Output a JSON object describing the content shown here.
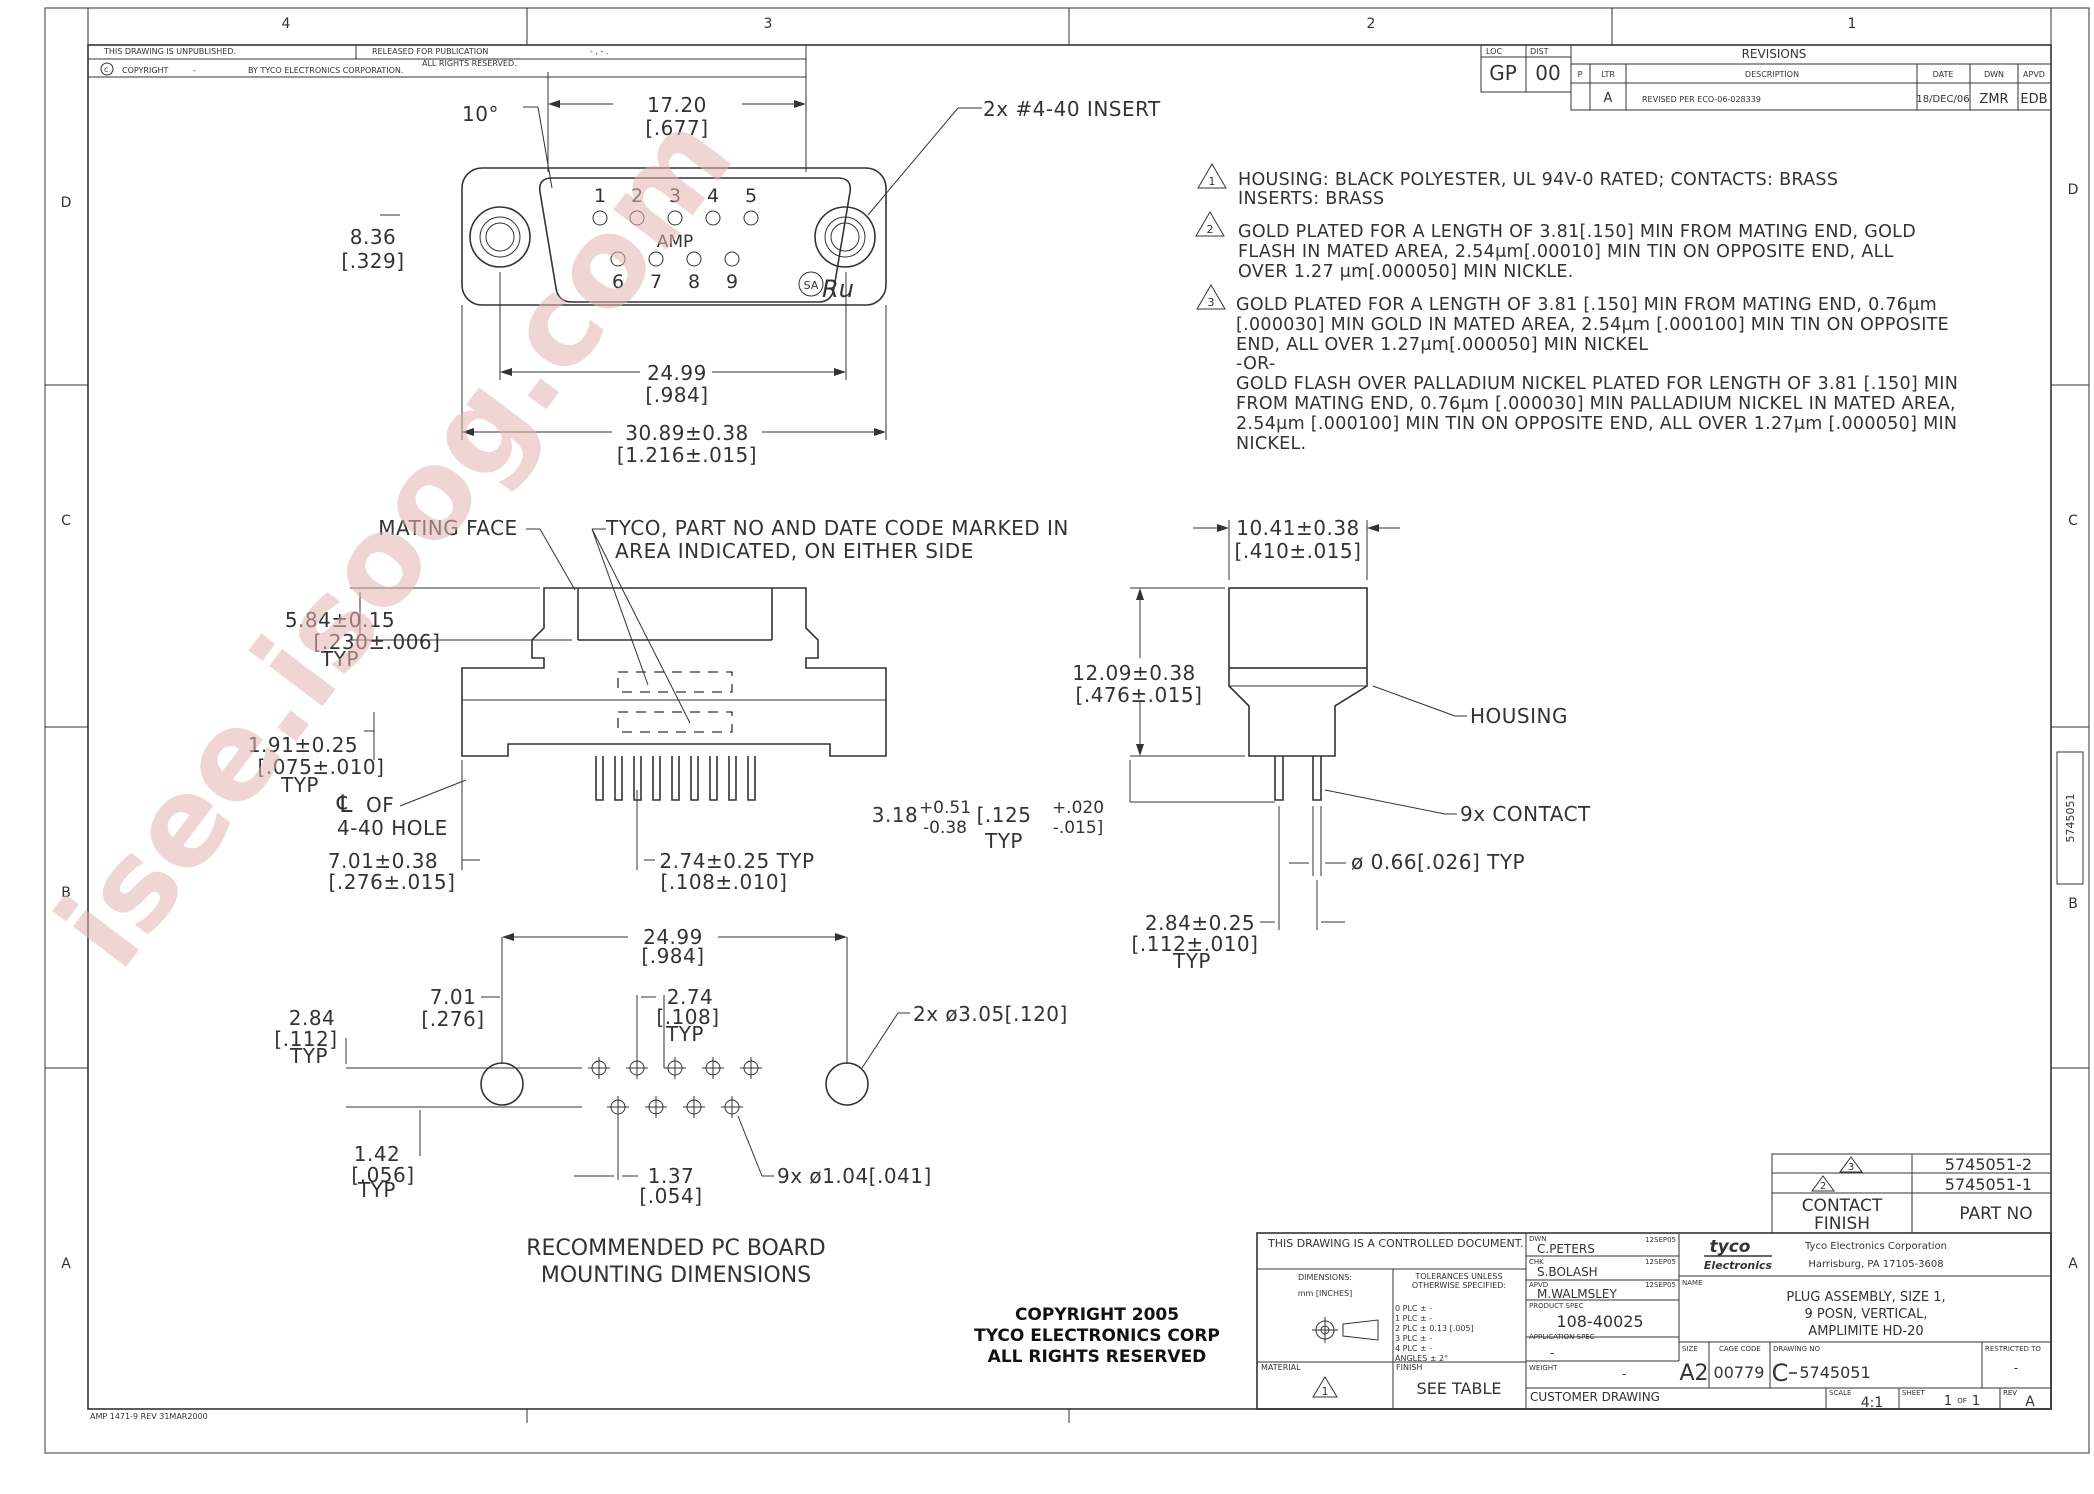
{
  "border": {
    "columns": [
      "4",
      "3",
      "2",
      "1"
    ],
    "rows": [
      "D",
      "C",
      "B",
      "A"
    ]
  },
  "header": {
    "unpublished": "THIS DRAWING IS UNPUBLISHED.",
    "released": "RELEASED FOR PUBLICATION",
    "released_value": "- , -   .",
    "copyright": "COPYRIGHT",
    "copyright_dash": "-",
    "by_tyco": "BY TYCO ELECTRONICS CORPORATION.",
    "rights": "ALL RIGHTS RESERVED."
  },
  "loc_dist": {
    "loc_label": "LOC",
    "loc_value": "GP",
    "dist_label": "DIST",
    "dist_value": "00"
  },
  "revisions": {
    "title": "REVISIONS",
    "col_p": "P",
    "col_ltr": "LTR",
    "col_desc": "DESCRIPTION",
    "col_date": "DATE",
    "col_dwn": "DWN",
    "col_apvd": "APVD",
    "row": {
      "ltr": "A",
      "desc": "REVISED PER ECO-06-028339",
      "date": "18/DEC/06",
      "dwn": "ZMR",
      "apvd": "EDB"
    }
  },
  "notes": [
    {
      "num": "1",
      "lines": [
        "HOUSING: BLACK POLYESTER, UL 94V-0 RATED; CONTACTS: BRASS",
        "INSERTS: BRASS"
      ]
    },
    {
      "num": "2",
      "lines": [
        "GOLD PLATED FOR A LENGTH OF 3.81[.150] MIN FROM MATING END, GOLD",
        "FLASH IN MATED AREA, 2.54μm[.00010] MIN TIN ON OPPOSITE END, ALL",
        "OVER 1.27 μm[.000050] MIN NICKLE."
      ]
    },
    {
      "num": "3",
      "lines": [
        "GOLD PLATED FOR A LENGTH OF 3.81 [.150] MIN FROM MATING END, 0.76μm",
        "[.000030] MIN GOLD IN MATED AREA, 2.54μm [.000100] MIN TIN ON OPPOSITE",
        "END, ALL OVER 1.27μm[.000050] MIN NICKEL",
        "-OR-",
        "GOLD FLASH OVER PALLADIUM NICKEL PLATED FOR LENGTH OF 3.81 [.150] MIN",
        "FROM MATING END, 0.76μm [.000030] MIN PALLADIUM NICKEL IN MATED AREA,",
        "2.54μm [.000100] MIN TIN ON OPPOSITE END, ALL OVER 1.27μm [.000050] MIN",
        "NICKEL."
      ]
    }
  ],
  "top_view": {
    "angle": "10°",
    "dim_width_mm": "17.20",
    "dim_width_in": "[.677]",
    "insert_callout": "2x  #4-40 INSERT",
    "dim_height_mm": "8.36",
    "dim_height_in": "[.329]",
    "pins_top": [
      "1",
      "2",
      "3",
      "4",
      "5"
    ],
    "pins_bottom": [
      "6",
      "7",
      "8",
      "9"
    ],
    "brand": "AMP",
    "dim_holes_mm": "24.99",
    "dim_holes_in": "[.984]",
    "dim_overall_mm": "30.89±0.38",
    "dim_overall_in": "[1.216±.015]"
  },
  "front_view": {
    "mating_face": "MATING FACE",
    "marking_callout_1": "TYCO, PART NO AND DATE CODE MARKED IN",
    "marking_callout_2": "AREA INDICATED, ON EITHER SIDE",
    "dim_shell_mm": "5.84±0.15",
    "dim_shell_in": "[.230±.006]",
    "dim_shell_typ": "TYP",
    "dim_flange_mm": "1.91±0.25",
    "dim_flange_in": "[.075±.010]",
    "dim_flange_typ": "TYP",
    "cl_label": "OF",
    "cl_label_2": "4-40 HOLE",
    "dim_offset_mm": "7.01±0.38",
    "dim_offset_in": "[.276±.015]",
    "dim_pitch_mm": "2.74±0.25 TYP",
    "dim_pitch_in": "[.108±.010]"
  },
  "side_view": {
    "dim_depth_mm": "10.41±0.38",
    "dim_depth_in": "[.410±.015]",
    "dim_height_mm": "12.09±0.38",
    "dim_height_in": "[.476±.015]",
    "housing": "HOUSING",
    "dim_tail_mm": "3.18",
    "dim_tail_mm_tol_plus": "+0.51",
    "dim_tail_mm_tol_minus": "-0.38",
    "dim_tail_in": "[.125",
    "dim_tail_in_tol_plus": "+.020",
    "dim_tail_in_tol_minus": "-.015]",
    "dim_tail_typ": "TYP",
    "contact": "9x  CONTACT",
    "dim_dia": "ø 0.66[.026]  TYP",
    "dim_row_mm": "2.84±0.25",
    "dim_row_in": "[.112±.010]",
    "dim_row_typ": "TYP"
  },
  "pcb_layout": {
    "dim_span_mm": "24.99",
    "dim_span_in": "[.984]",
    "dim_offset_mm": "7.01",
    "dim_offset_in": "[.276]",
    "dim_pitch_mm": "2.74",
    "dim_pitch_in": "[.108]",
    "dim_pitch_typ": "TYP",
    "dim_row_mm": "2.84",
    "dim_row_in": "[.112]",
    "dim_row_typ": "TYP",
    "mount_holes": "2x  ø3.05[.120]",
    "dim_stagger_mm": "1.42",
    "dim_stagger_in": "[.056]",
    "dim_stagger_typ": "TYP",
    "dim_half_mm": "1.37",
    "dim_half_in": "[.054]",
    "contact_holes": "9x  ø1.04[.041]",
    "caption_1": "RECOMMENDED PC BOARD",
    "caption_2": "MOUNTING DIMENSIONS"
  },
  "copyright_block": [
    "COPYRIGHT 2005",
    "TYCO ELECTRONICS CORP",
    "ALL RIGHTS RESERVED"
  ],
  "part_table": {
    "row1_finish": "3",
    "row1_part": "5745051-2",
    "row2_finish": "2",
    "row2_part": "5745051-1",
    "finish_hdr_1": "CONTACT",
    "finish_hdr_2": "FINISH",
    "part_hdr": "PART NO"
  },
  "title_block": {
    "controlled": "THIS DRAWING IS A CONTROLLED DOCUMENT.",
    "dimensions": "DIMENSIONS:",
    "units": "mm [INCHES]",
    "tol_hdr_1": "TOLERANCES UNLESS",
    "tol_hdr_2": "OTHERWISE SPECIFIED:",
    "tol_rows": [
      "0 PLC       ±  -",
      "1 PLC       ±  -",
      "2 PLC       ±  0.13 [.005]",
      "3 PLC       ±  -",
      "4 PLC       ±  -",
      "ANGLES            ±  2°"
    ],
    "material": "MATERIAL",
    "material_note": "1",
    "finish": "FINISH",
    "finish_value": "SEE TABLE",
    "dwn": "DWN",
    "dwn_name": "C.PETERS",
    "dwn_date": "12SEP05",
    "chk": "CHK",
    "chk_name": "S.BOLASH",
    "chk_date": "12SEP05",
    "apvd": "APVD",
    "apvd_name": "M.WALMSLEY",
    "apvd_date": "12SEP05",
    "product_spec": "PRODUCT SPEC",
    "product_spec_value": "108-40025",
    "app_spec": "APPLICATION SPEC",
    "app_spec_value": "-",
    "weight": "WEIGHT",
    "weight_value": "-",
    "customer": "CUSTOMER DRAWING",
    "logo_1": "tyco",
    "logo_2": "Electronics",
    "company": "Tyco Electronics Corporation",
    "address": "Harrisburg, PA  17105-3608",
    "name_label": "NAME",
    "name_1": "PLUG ASSEMBLY, SIZE 1,",
    "name_2": "9 POSN, VERTICAL,",
    "name_3": "AMPLIMITE    HD-20",
    "size_label": "SIZE",
    "size_value": "A2",
    "cage_label": "CAGE CODE",
    "cage_value": "00779",
    "dwg_label": "DRAWING NO",
    "dwg_prefix": "C",
    "dwg_value": "5745051",
    "restricted_label": "RESTRICTED TO",
    "restricted_value": "-",
    "scale_label": "SCALE",
    "scale_value": "4:1",
    "sheet_label": "SHEET",
    "sheet_value": "1",
    "sheet_of": "OF",
    "sheet_total": "1",
    "rev_label": "REV",
    "rev_value": "A"
  },
  "side_tab": "5745051",
  "form_no": "AMP 1471-9 REV 31MAR2000",
  "watermark": "isee.isoog.com"
}
